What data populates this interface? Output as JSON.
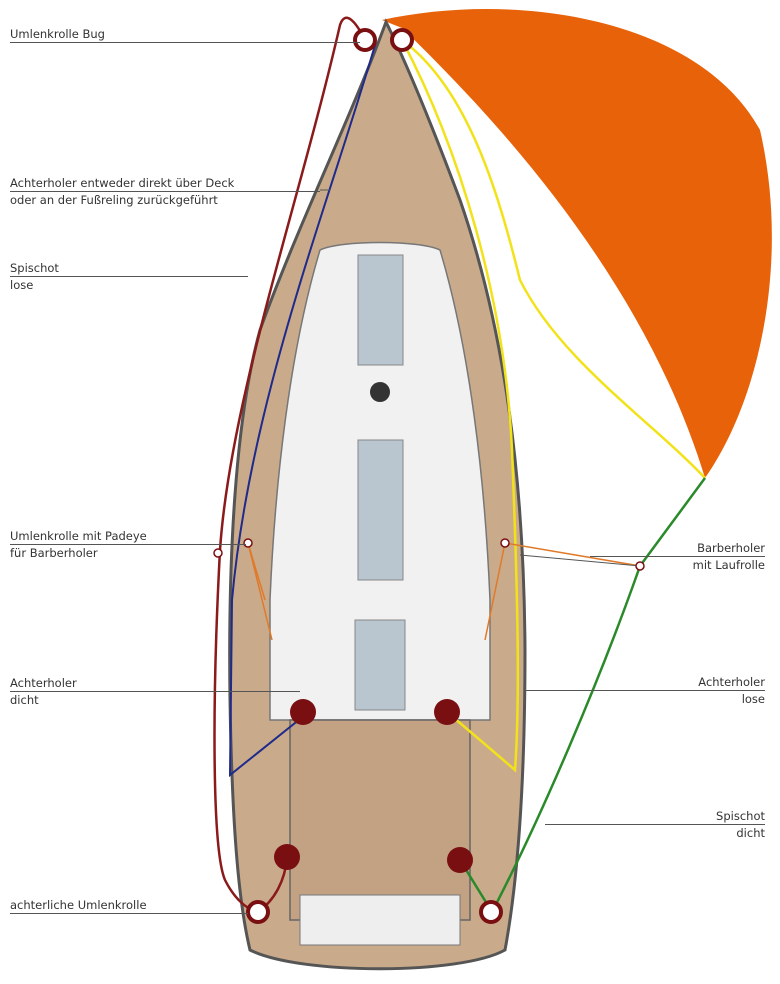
{
  "colors": {
    "spinnaker": "#e8620a",
    "achterholer_left": "#8b1a1a",
    "achterholer_blue": "#1f2a8a",
    "spischot_lose": "#f2e21a",
    "spischot_dicht": "#2a8a2a",
    "barberholer": "#e07a2a",
    "deck": "#c9ab8c",
    "winch": "#7a0f12"
  },
  "labels": {
    "umlenkrolle_bug": {
      "line1": "Umlenkrolle Bug"
    },
    "achterholer_info": {
      "line1": "Achterholer entweder direkt über Deck",
      "line2": "oder an der Fußreling zurückgeführt"
    },
    "spischot_lose": {
      "line1": "Spischot",
      "line2": "lose"
    },
    "umlenkrolle_padeye": {
      "line1": "Umlenkrolle mit Padeye",
      "line2": "für Barberholer"
    },
    "achterholer_dicht": {
      "line1": "Achterholer",
      "line2": "dicht"
    },
    "achterliche_umlenkrolle": {
      "line1": "achterliche Umlenkrolle"
    },
    "barberholer": {
      "line1": "Barberholer",
      "line2": "mit Laufrolle"
    },
    "achterholer_lose": {
      "line1": "Achterholer",
      "line2": "lose"
    },
    "spischot_dicht": {
      "line1": "Spischot",
      "line2": "dicht"
    }
  }
}
